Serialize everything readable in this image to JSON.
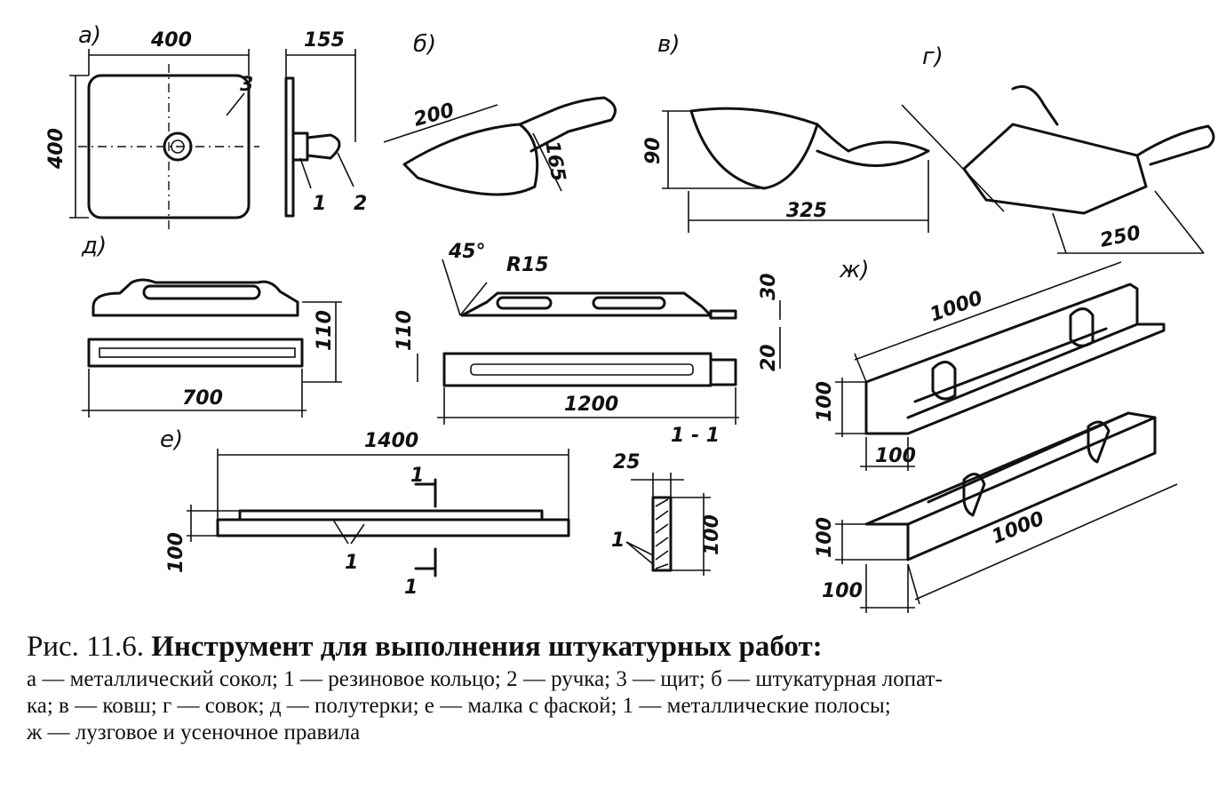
{
  "figure": {
    "labels": {
      "a": "а)",
      "b": "б)",
      "v": "в)",
      "g": "г)",
      "d": "д)",
      "e": "е)",
      "zh": "ж)"
    },
    "dims": {
      "sokol_width": "400",
      "sokol_height": "400",
      "sokol_depth": "155",
      "lopatka_len": "200",
      "lopatka_w": "165",
      "kovsh_h": "90",
      "kovsh_len": "325",
      "sovok_len": "250",
      "poluterok1_h": "110",
      "poluterok1_len": "700",
      "angle": "45°",
      "radius": "R15",
      "poluterok2_h": "110",
      "poluterok2_len": "1200",
      "poluterok2_t1": "30",
      "poluterok2_t2": "20",
      "section": "1 - 1",
      "malka_len": "1400",
      "malka_h": "100",
      "cut_mark": "1",
      "section_w": "25",
      "section_h": "100",
      "pravilo1_len": "1000",
      "pravilo1_h": "100",
      "pravilo1_w": "100",
      "pravilo2_len": "1000",
      "pravilo2_h": "100",
      "pravilo2_w": "100"
    },
    "callouts": {
      "c1": "1",
      "c2": "2",
      "c3": "3"
    }
  },
  "caption": {
    "prefix": "Рис.",
    "number": "11.6.",
    "title": "Инструмент для выполнения штукатурных работ:",
    "lines": [
      "а — металлический сокол; 1 — резиновое кольцо; 2 — ручка; 3 — щит; б — штукатурная лопат-",
      "ка; в — ковш; г — совок; д — полутерки; е — малка с фаской; 1 — металлические полосы;",
      "ж — лузговое и усеночное правила"
    ]
  }
}
